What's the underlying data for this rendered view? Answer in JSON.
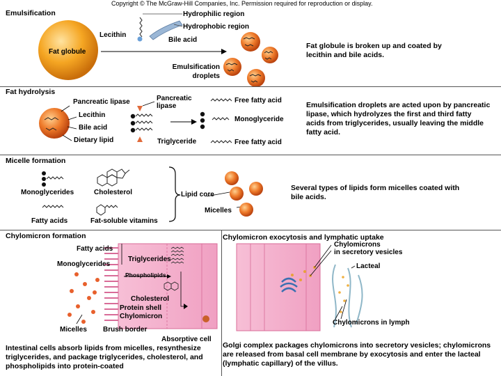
{
  "copyright": "Copyright © The McGraw-Hill Companies, Inc. Permission required for reproduction or display.",
  "panels": {
    "emulsification": {
      "title": "Emulsification",
      "fat_globule": "Fat globule",
      "lecithin": "Lecithin",
      "hydrophilic": "Hydrophilic region",
      "hydrophobic": "Hydrophobic region",
      "bile_acid": "Bile acid",
      "droplets_line1": "Emulsification",
      "droplets_line2": "droplets",
      "description": "Fat globule is broken up and coated by lecithin and bile acids."
    },
    "hydrolysis": {
      "title": "Fat hydrolysis",
      "pancreatic_lipase_left": "Pancreatic lipase",
      "lecithin": "Lecithin",
      "bile_acid": "Bile acid",
      "dietary_lipid": "Dietary lipid",
      "pancreatic_lipase_line1": "Pancreatic",
      "pancreatic_lipase_line2": "lipase",
      "triglyceride": "Triglyceride",
      "free_fatty_acid_top": "Free fatty acid",
      "monoglyceride": "Monoglyceride",
      "free_fatty_acid_bottom": "Free fatty acid",
      "description": "Emulsification droplets are acted upon by pancreatic lipase, which hydrolyzes the first and third fatty acids from triglycerides, usually leaving the middle fatty acid."
    },
    "micelle": {
      "title": "Micelle formation",
      "monoglycerides": "Monoglycerides",
      "cholesterol": "Cholesterol",
      "fatty_acids": "Fatty acids",
      "vitamins": "Fat-soluble vitamins",
      "lipid_core": "Lipid core",
      "micelles": "Micelles",
      "description": "Several types of lipids form micelles coated with bile acids."
    },
    "chylomicron_formation": {
      "title": "Chylomicron formation",
      "fatty_acids": "Fatty acids",
      "monoglycerides": "Monoglycerides",
      "triglycerides": "Triglycerides",
      "phospholipids": "Phospholipids",
      "cholesterol": "Cholesterol",
      "protein_shell": "Protein shell",
      "chylomicron": "Chylomicron",
      "micelles": "Micelles",
      "brush_border": "Brush border",
      "absorptive_cell": "Absorptive cell",
      "description": "Intestinal cells absorb lipids from micelles, resynthesize triglycerides, and package triglycerides, cholesterol, and phospholipids into protein-coated"
    },
    "exocytosis": {
      "title": "Chylomicron exocytosis and lymphatic uptake",
      "chylomicrons_line1": "Chylomicrons",
      "chylomicrons_line2": "in secretory vesicles",
      "lacteal": "Lacteal",
      "in_lymph": "Chylomicrons in lymph",
      "description": "Golgi complex packages chylomicrons into secretory vesicles; chylomicrons are released from basal cell membrane by exocytosis and enter the lacteal (lymphatic capillary) of the villus."
    }
  },
  "colors": {
    "fat_globule": "#f5a623",
    "droplet": "#e8602c",
    "cell_pink": "#f2a6c4",
    "cell_border": "#d86c98",
    "rule": "#555555"
  }
}
